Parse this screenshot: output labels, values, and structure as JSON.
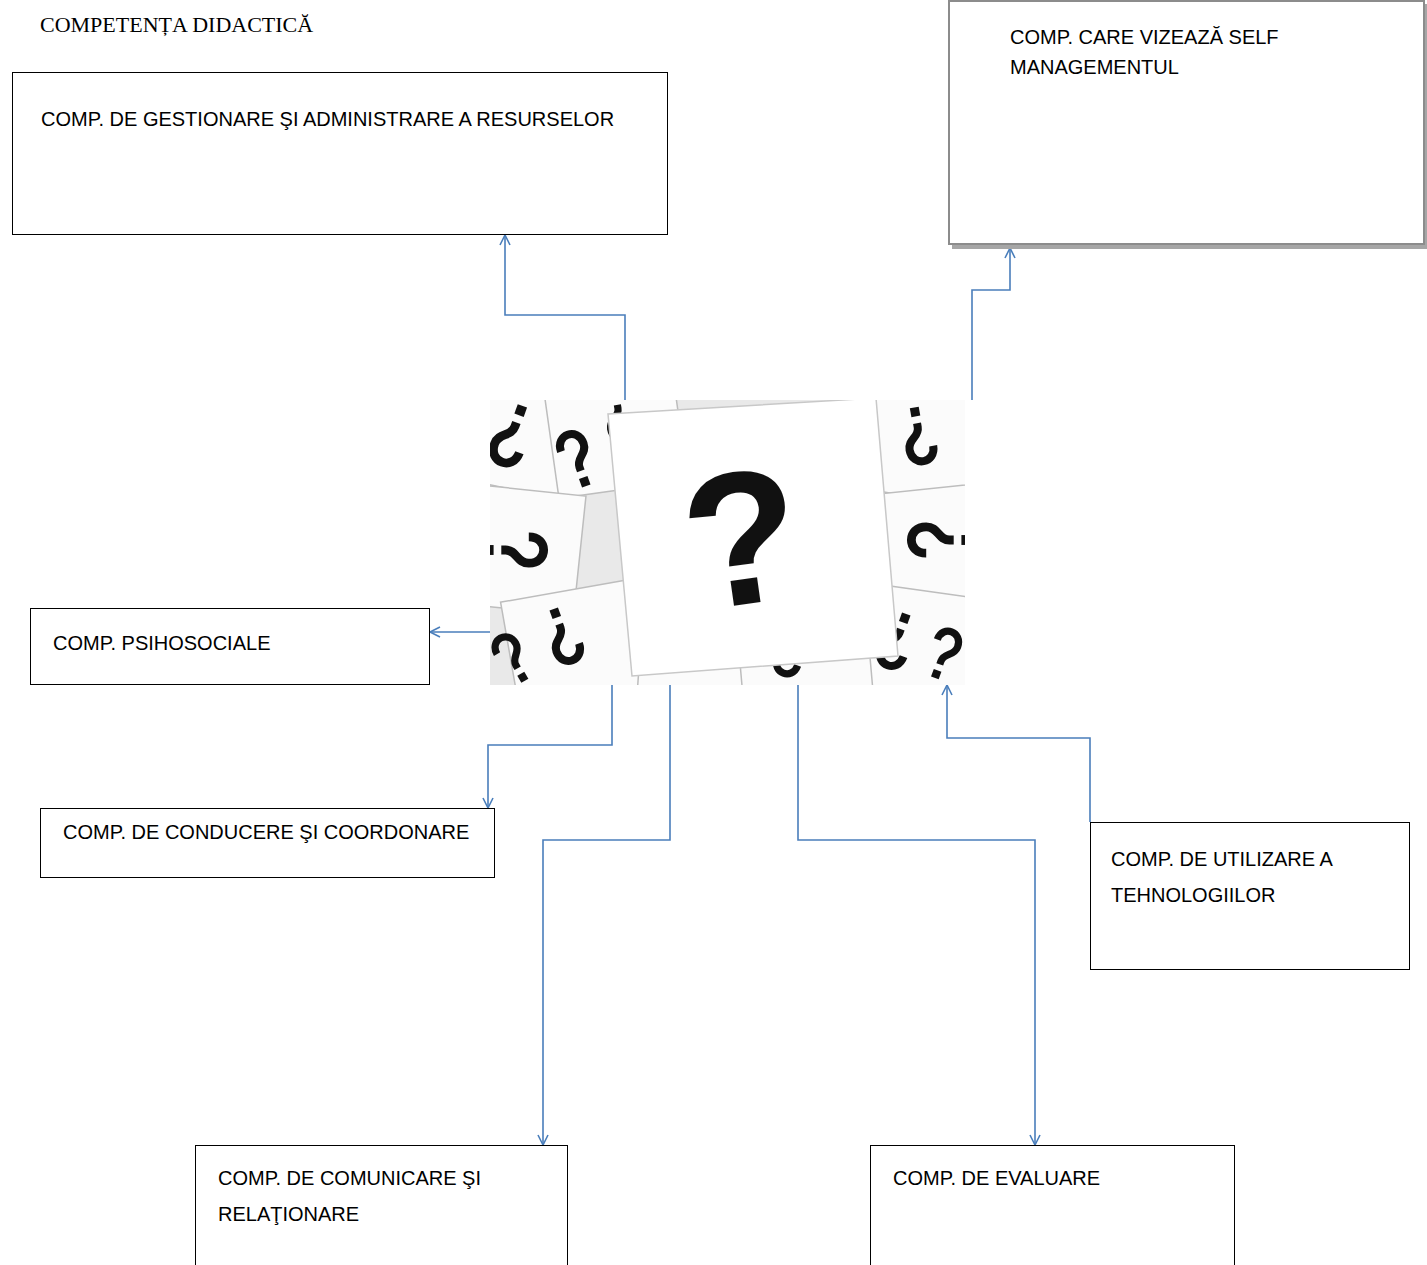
{
  "diagram": {
    "title": "COMPETENȚA DIDACTICĂ",
    "nodes": [
      {
        "text": [
          "COMP. DE GESTIONARE ŞI ADMINISTRARE A RESURSELOR"
        ]
      },
      {
        "text": [
          "COMP. CARE VIZEAZĂ SELF MANAGEMENTUL"
        ]
      },
      {
        "text": [
          "?"
        ]
      },
      {
        "text": [
          "COMP. PSIHOSOCIALE"
        ]
      },
      {
        "text": [
          "COMP. DE CONDUCERE ŞI COORDONARE"
        ]
      },
      {
        "text": [
          "COMP. DE UTILIZARE A TEHNOLOGIILOR"
        ]
      },
      {
        "text": [
          "COMP. DE COMUNICARE ŞI RELAŢIONARE"
        ]
      },
      {
        "text": [
          "COMP. DE EVALUARE"
        ]
      }
    ],
    "edges": [
      {
        "from": 2,
        "to": 0,
        "arrow": "to"
      },
      {
        "from": 2,
        "to": 1,
        "arrow": "to"
      },
      {
        "from": 2,
        "to": 3,
        "arrow": "to"
      },
      {
        "from": 2,
        "to": 4,
        "arrow": "to"
      },
      {
        "from": 2,
        "to": 6,
        "arrow": "to"
      },
      {
        "from": 2,
        "to": 7,
        "arrow": "to"
      },
      {
        "from": 5,
        "to": 2,
        "arrow": "to"
      }
    ]
  }
}
